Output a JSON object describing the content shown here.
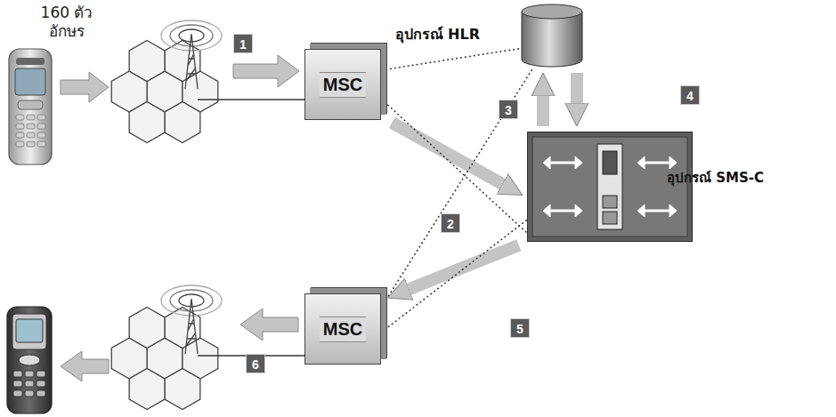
{
  "diagram": {
    "nodes": [
      {
        "text": [
          "MSC"
        ]
      },
      {
        "text": [
          "อุปกรณ์ HLR"
        ]
      },
      {
        "text": [
          "อุปกรณ์ SMS-C"
        ]
      },
      {
        "text": [
          "MSC"
        ]
      }
    ],
    "edges": [
      {
        "from": 0,
        "to": 2,
        "arrow": "to"
      },
      {
        "from": 2,
        "to": 1,
        "arrow": "to"
      },
      {
        "from": 1,
        "to": 2,
        "arrow": "to"
      },
      {
        "from": 2,
        "to": 3,
        "arrow": "to"
      },
      {
        "from": 0,
        "to": 1,
        "arrow": "none"
      },
      {
        "from": 0,
        "to": 2,
        "arrow": "none"
      },
      {
        "from": 3,
        "to": 1,
        "arrow": "none"
      },
      {
        "from": 3,
        "to": 2,
        "arrow": "none"
      }
    ],
    "labels": [
      "160 ตัวอักษร",
      "1",
      "2",
      "3",
      "4",
      "5",
      "6"
    ]
  }
}
